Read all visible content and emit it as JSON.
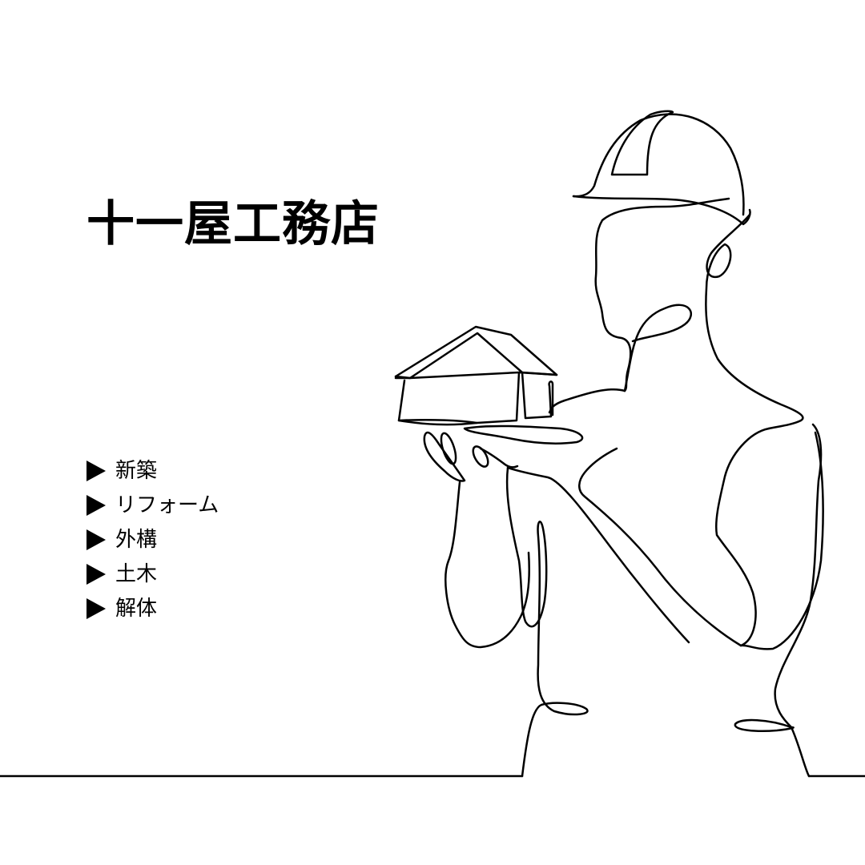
{
  "title": "十一屋工務店",
  "services": [
    "新築",
    "リフォーム",
    "外構",
    "土木",
    "解体"
  ],
  "colors": {
    "background": "#ffffff",
    "ink": "#000000"
  },
  "icons": {
    "list_marker": "triangle-right-icon"
  }
}
